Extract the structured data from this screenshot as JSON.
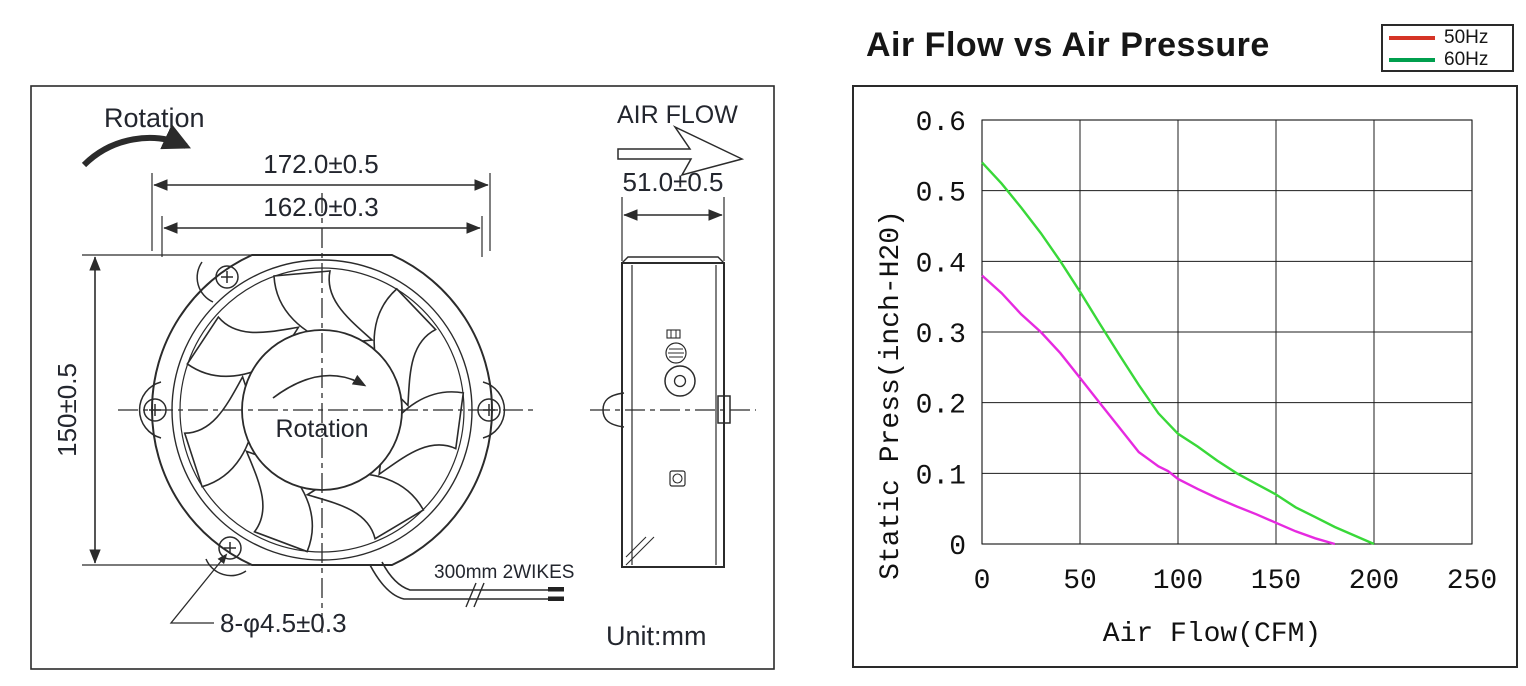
{
  "drawing": {
    "rotation_top_label": "Rotation",
    "dim_outer_width": "172.0±0.5",
    "dim_inner_width": "162.0±0.3",
    "dim_height": "150±0.5",
    "hub_rotation_label": "Rotation",
    "holes_callout": "8-φ4.5±0.3",
    "wire_label": "300mm 2WIKES",
    "air_flow_label": "AIR FLOW",
    "dim_depth": "51.0±0.5",
    "unit_label": "Unit:mm"
  },
  "chart_data": {
    "type": "line",
    "title": "Air Flow vs Air Pressure",
    "xlabel": "Air Flow(CFM)",
    "ylabel": "Static Press(inch-H20)",
    "xlim": [
      0,
      250
    ],
    "ylim": [
      0,
      0.6
    ],
    "x_ticks": [
      0,
      50,
      100,
      150,
      200,
      250
    ],
    "y_ticks": [
      0,
      0.1,
      0.2,
      0.3,
      0.4,
      0.5,
      0.6
    ],
    "grid": true,
    "legend_position": "top-right-outside",
    "series": [
      {
        "name": "50Hz",
        "color": "#e62ae0",
        "legend_color": "#d53426",
        "points": [
          [
            0,
            0.38
          ],
          [
            10,
            0.355
          ],
          [
            20,
            0.325
          ],
          [
            30,
            0.3
          ],
          [
            40,
            0.27
          ],
          [
            50,
            0.235
          ],
          [
            60,
            0.2
          ],
          [
            70,
            0.165
          ],
          [
            80,
            0.13
          ],
          [
            85,
            0.12
          ],
          [
            90,
            0.11
          ],
          [
            95,
            0.103
          ],
          [
            100,
            0.092
          ],
          [
            110,
            0.078
          ],
          [
            120,
            0.065
          ],
          [
            130,
            0.053
          ],
          [
            140,
            0.042
          ],
          [
            150,
            0.03
          ],
          [
            160,
            0.018
          ],
          [
            170,
            0.008
          ],
          [
            180,
            0
          ]
        ]
      },
      {
        "name": "60Hz",
        "color": "#39d839",
        "legend_color": "#009f4e",
        "points": [
          [
            0,
            0.54
          ],
          [
            10,
            0.51
          ],
          [
            20,
            0.476
          ],
          [
            30,
            0.44
          ],
          [
            40,
            0.4
          ],
          [
            50,
            0.357
          ],
          [
            60,
            0.312
          ],
          [
            70,
            0.268
          ],
          [
            80,
            0.225
          ],
          [
            90,
            0.185
          ],
          [
            100,
            0.156
          ],
          [
            110,
            0.138
          ],
          [
            120,
            0.118
          ],
          [
            130,
            0.1
          ],
          [
            140,
            0.085
          ],
          [
            150,
            0.07
          ],
          [
            160,
            0.052
          ],
          [
            170,
            0.038
          ],
          [
            180,
            0.024
          ],
          [
            190,
            0.012
          ],
          [
            200,
            0
          ]
        ]
      }
    ]
  }
}
